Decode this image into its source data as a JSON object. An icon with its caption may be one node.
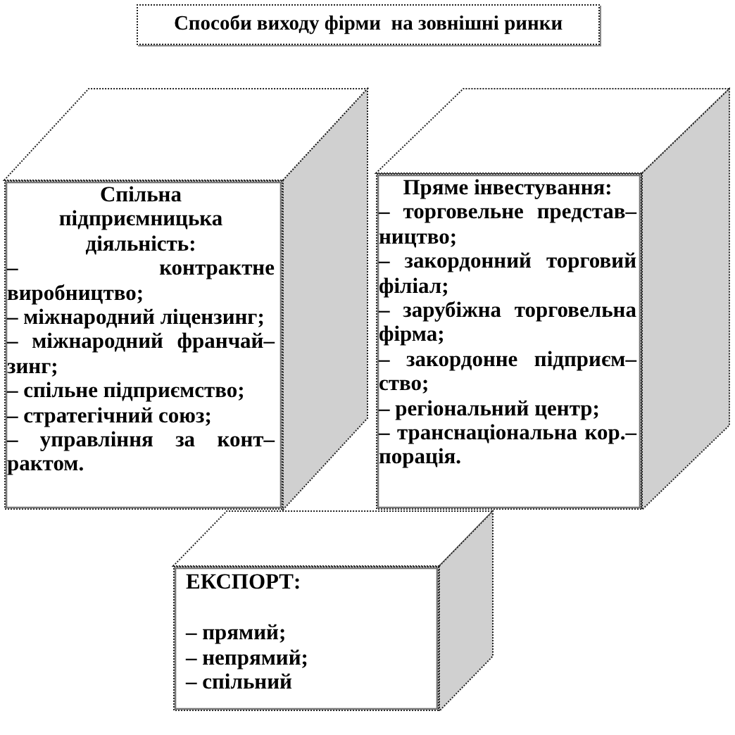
{
  "diagram": {
    "nodes": [
      {
        "text": [
          "Способи виходу фірми  на зовнішні ринки"
        ]
      },
      {
        "text": [
          "Спільна підприємницька діяльність:",
          "– контрактне виробництво;",
          "– міжнародний ліцензинг;",
          "– міжнародний франчай– зинг;",
          "– спільне підприємство;",
          "– стратегічний союз;",
          "– управління за конт– рактом."
        ]
      },
      {
        "text": [
          "Пряме інвестування:",
          "– торговельне представ– ництво;",
          "– закордонний торговий філіал;",
          "– зарубіжна торговельна фірма;",
          "– закордонне підприєм– ство;",
          "– регіональний центр;",
          "– транснаціональна кор.– порація."
        ]
      },
      {
        "text": [
          "ЕКСПОРТ:",
          "– прямий;",
          "– непрямий;",
          "– спільний"
        ]
      }
    ]
  }
}
